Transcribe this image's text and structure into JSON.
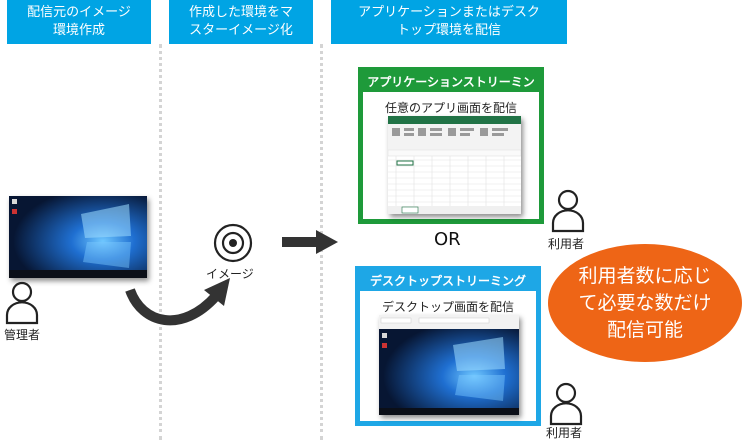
{
  "columns": [
    {
      "line1": "配信元のイメージ",
      "line2": "環境作成"
    },
    {
      "line1": "作成した環境をマ",
      "line2": "スターイメージ化"
    },
    {
      "line1": "アプリケーションまたはデスク",
      "line2": "トップ環境を配信"
    }
  ],
  "admin_label": "管理者",
  "image_label": "イメージ",
  "app_panel": {
    "title": "アプリケーションストリーミング",
    "subtitle": "任意のアプリ画面を配信"
  },
  "or_label": "OR",
  "desktop_panel": {
    "title": "デスクトップストリーミング",
    "subtitle": "デスクトップ画面を配信"
  },
  "user_label_1": "利用者",
  "user_label_2": "利用者",
  "callout": {
    "line1": "利用者数に応じ",
    "line2": "て必要な数だけ",
    "line3": "配信可能"
  },
  "colors": {
    "header": "#00a4e4",
    "app_panel": "#1e9a3a",
    "desktop_panel": "#1ea7e6",
    "callout": "#ee6516"
  }
}
